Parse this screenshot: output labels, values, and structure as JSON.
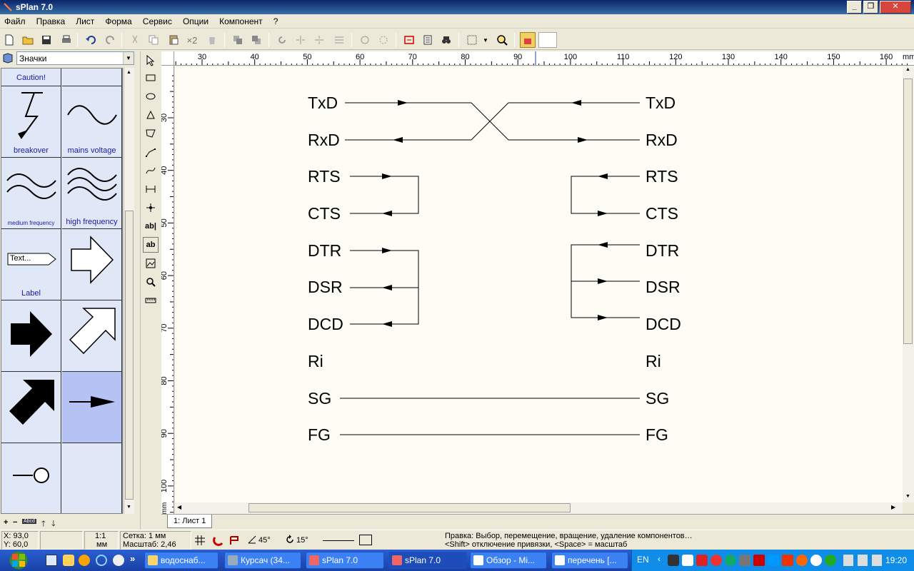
{
  "window": {
    "title": "sPlan 7.0"
  },
  "menu": [
    "Файл",
    "Правка",
    "Лист",
    "Форма",
    "Сервис",
    "Опции",
    "Компонент",
    "?"
  ],
  "toolbar": {
    "duplicate_label": "×2"
  },
  "library": {
    "selected": "Значки",
    "cells": [
      {
        "label": "Caution!",
        "icon": "caution-icon"
      },
      {
        "label": "",
        "icon": "empty"
      },
      {
        "label": "breakover",
        "icon": "lightning-icon"
      },
      {
        "label": "mains voltage",
        "icon": "sine-wave-icon"
      },
      {
        "label": "medium frequency",
        "icon": "double-wave-icon"
      },
      {
        "label": "high frequency",
        "icon": "triple-wave-icon"
      },
      {
        "label": "Label",
        "icon": "text-label-icon",
        "inner_text": "Text..."
      },
      {
        "label": "",
        "icon": "arrow-right-outline-icon"
      },
      {
        "label": "",
        "icon": "arrow-right-filled-icon"
      },
      {
        "label": "",
        "icon": "arrow-diagonal-outline-icon"
      },
      {
        "label": "",
        "icon": "arrow-diagonal-filled-icon"
      },
      {
        "label": "",
        "icon": "line-arrow-icon"
      },
      {
        "label": "",
        "icon": "pin-circle-icon"
      },
      {
        "label": "",
        "icon": "empty"
      }
    ],
    "bottom_label": "Abcd"
  },
  "tools": {
    "text_tool": "ab|",
    "text_frame_tool": "ab"
  },
  "ruler": {
    "unit": "mm",
    "h_ticks": [
      "30",
      "40",
      "50",
      "60",
      "70",
      "80",
      "90",
      "100",
      "110",
      "120",
      "130",
      "140",
      "150",
      "160"
    ],
    "v_ticks": [
      "30",
      "40",
      "50",
      "60",
      "70",
      "80",
      "90",
      "100"
    ]
  },
  "schematic": {
    "left_labels": [
      "TxD",
      "RxD",
      "RTS",
      "CTS",
      "DTR",
      "DSR",
      "DCD",
      "Ri",
      "SG",
      "FG"
    ],
    "right_labels": [
      "TxD",
      "RxD",
      "RTS",
      "CTS",
      "DTR",
      "DSR",
      "DCD",
      "Ri",
      "SG",
      "FG"
    ]
  },
  "sheet_tab": "1: Лист 1",
  "status": {
    "x": "X: 93,0",
    "y": "Y: 60,0",
    "scale_top": "1:1",
    "scale_bottom": "мм",
    "grid": "Сетка: 1 мм",
    "zoom": "Масштаб:  2,46",
    "angle1": "45°",
    "angle2": "15°",
    "hint1": "Правка: Выбор, перемещение, вращение, удаление компонентов…",
    "hint2": "<Shift> отключение привязки, <Space> = масштаб"
  },
  "taskbar": {
    "tasks": [
      {
        "label": "водоснаб...",
        "active": false
      },
      {
        "label": "Курсач (34...",
        "active": false
      },
      {
        "label": "sPlan 7.0",
        "active": false
      },
      {
        "label": "sPlan 7.0",
        "active": true
      },
      {
        "label": "Обзор - Mi...",
        "active": false
      },
      {
        "label": "перечень [...",
        "active": false
      }
    ],
    "lang": "EN",
    "clock": "19:20"
  },
  "colors": {
    "canvas": "#fdfdf5",
    "library_bg": "#e0e8f8",
    "library_selected": "#b4c2f4",
    "label_blue": "#1a1aa0",
    "titlebar": "#0a246a"
  }
}
